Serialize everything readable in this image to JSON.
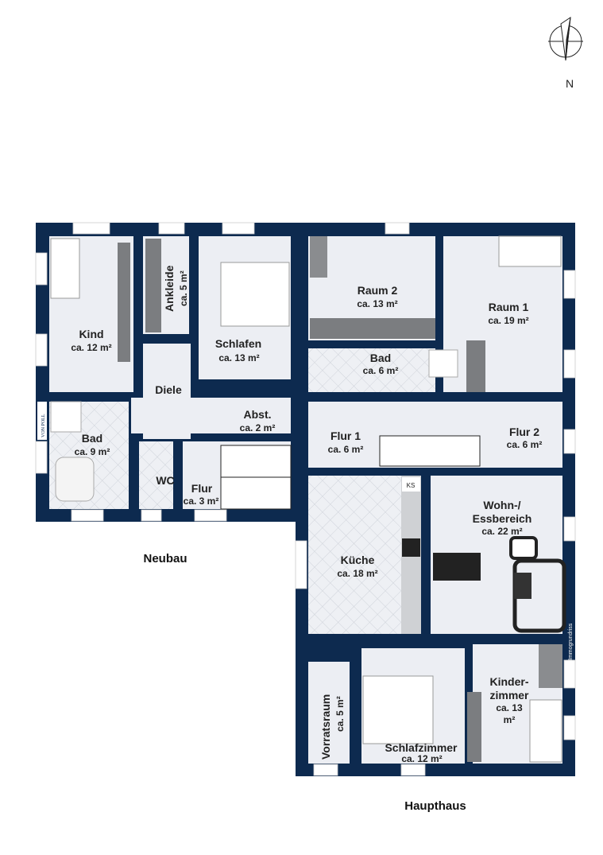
{
  "compass": {
    "label": "N",
    "icon": "compass-icon"
  },
  "colors": {
    "wall": "#0d2a4f",
    "floor": "#eceef3",
    "tile": "#d8dbe2",
    "furniture": "#7b7d80"
  },
  "buildings": {
    "left": "Neubau",
    "right": "Haupthaus"
  },
  "watermarks": {
    "left_logo": "VON POLL",
    "right_credit": "Immogrundriss"
  },
  "rooms": [
    {
      "name": "Kind",
      "area": "ca. 12 m²"
    },
    {
      "name": "Ankleide",
      "area": "ca. 5 m²"
    },
    {
      "name": "Schlafen",
      "area": "ca. 13 m²"
    },
    {
      "name": "Diele",
      "area": ""
    },
    {
      "name": "Abst.",
      "area": "ca. 2 m²"
    },
    {
      "name": "Bad",
      "area": "ca. 9 m²"
    },
    {
      "name": "WC",
      "area": ""
    },
    {
      "name": "Flur",
      "area": "ca. 3 m²"
    },
    {
      "name": "Raum 2",
      "area": "ca. 13 m²"
    },
    {
      "name": "Raum 1",
      "area": "ca. 19 m²"
    },
    {
      "name": "Bad",
      "area": "ca. 6 m²"
    },
    {
      "name": "Flur 1",
      "area": "ca. 6 m²"
    },
    {
      "name": "Flur 2",
      "area": "ca. 6 m²"
    },
    {
      "name": "Küche",
      "area": "ca. 18 m²"
    },
    {
      "name": "Wohn-/",
      "name2": "Essbereich",
      "area": "ca. 22 m²"
    },
    {
      "name": "Vorratsraum",
      "area": "ca. 5 m²"
    },
    {
      "name": "Schlafzimmer",
      "area": "ca. 12 m²"
    },
    {
      "name": "Kinder-",
      "name2": "zimmer",
      "area": "ca. 13",
      "area2": "m²"
    }
  ],
  "fixtures": {
    "fridge": "KS"
  }
}
